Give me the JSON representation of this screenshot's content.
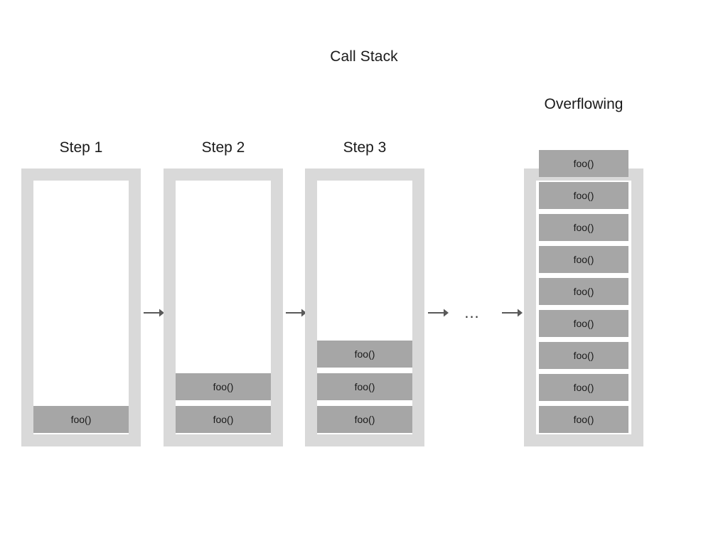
{
  "diagram": {
    "title": "Call Stack",
    "overflow_title": "Overflowing",
    "frame_label": "foo()",
    "ellipsis": "...",
    "colors": {
      "background": "#ffffff",
      "frame_gray": "#d9d9d9",
      "box_gray": "#a6a6a6",
      "text": "#1a1a1a",
      "arrow": "#595959"
    },
    "steps": [
      {
        "title": "Step 1",
        "frames": [
          "foo()"
        ]
      },
      {
        "title": "Step 2",
        "frames": [
          "foo()",
          "foo()"
        ]
      },
      {
        "title": "Step 3",
        "frames": [
          "foo()",
          "foo()",
          "foo()"
        ]
      }
    ],
    "overflowing": {
      "title": "Overflowing",
      "frames": [
        "foo()",
        "foo()",
        "foo()",
        "foo()",
        "foo()",
        "foo()",
        "foo()",
        "foo()",
        "foo()"
      ]
    },
    "arrows": [
      {
        "name": "arrow-step1-to-step2"
      },
      {
        "name": "arrow-step2-to-step3"
      },
      {
        "name": "arrow-step3-to-ellipsis"
      },
      {
        "name": "arrow-ellipsis-to-overflowing"
      }
    ]
  }
}
